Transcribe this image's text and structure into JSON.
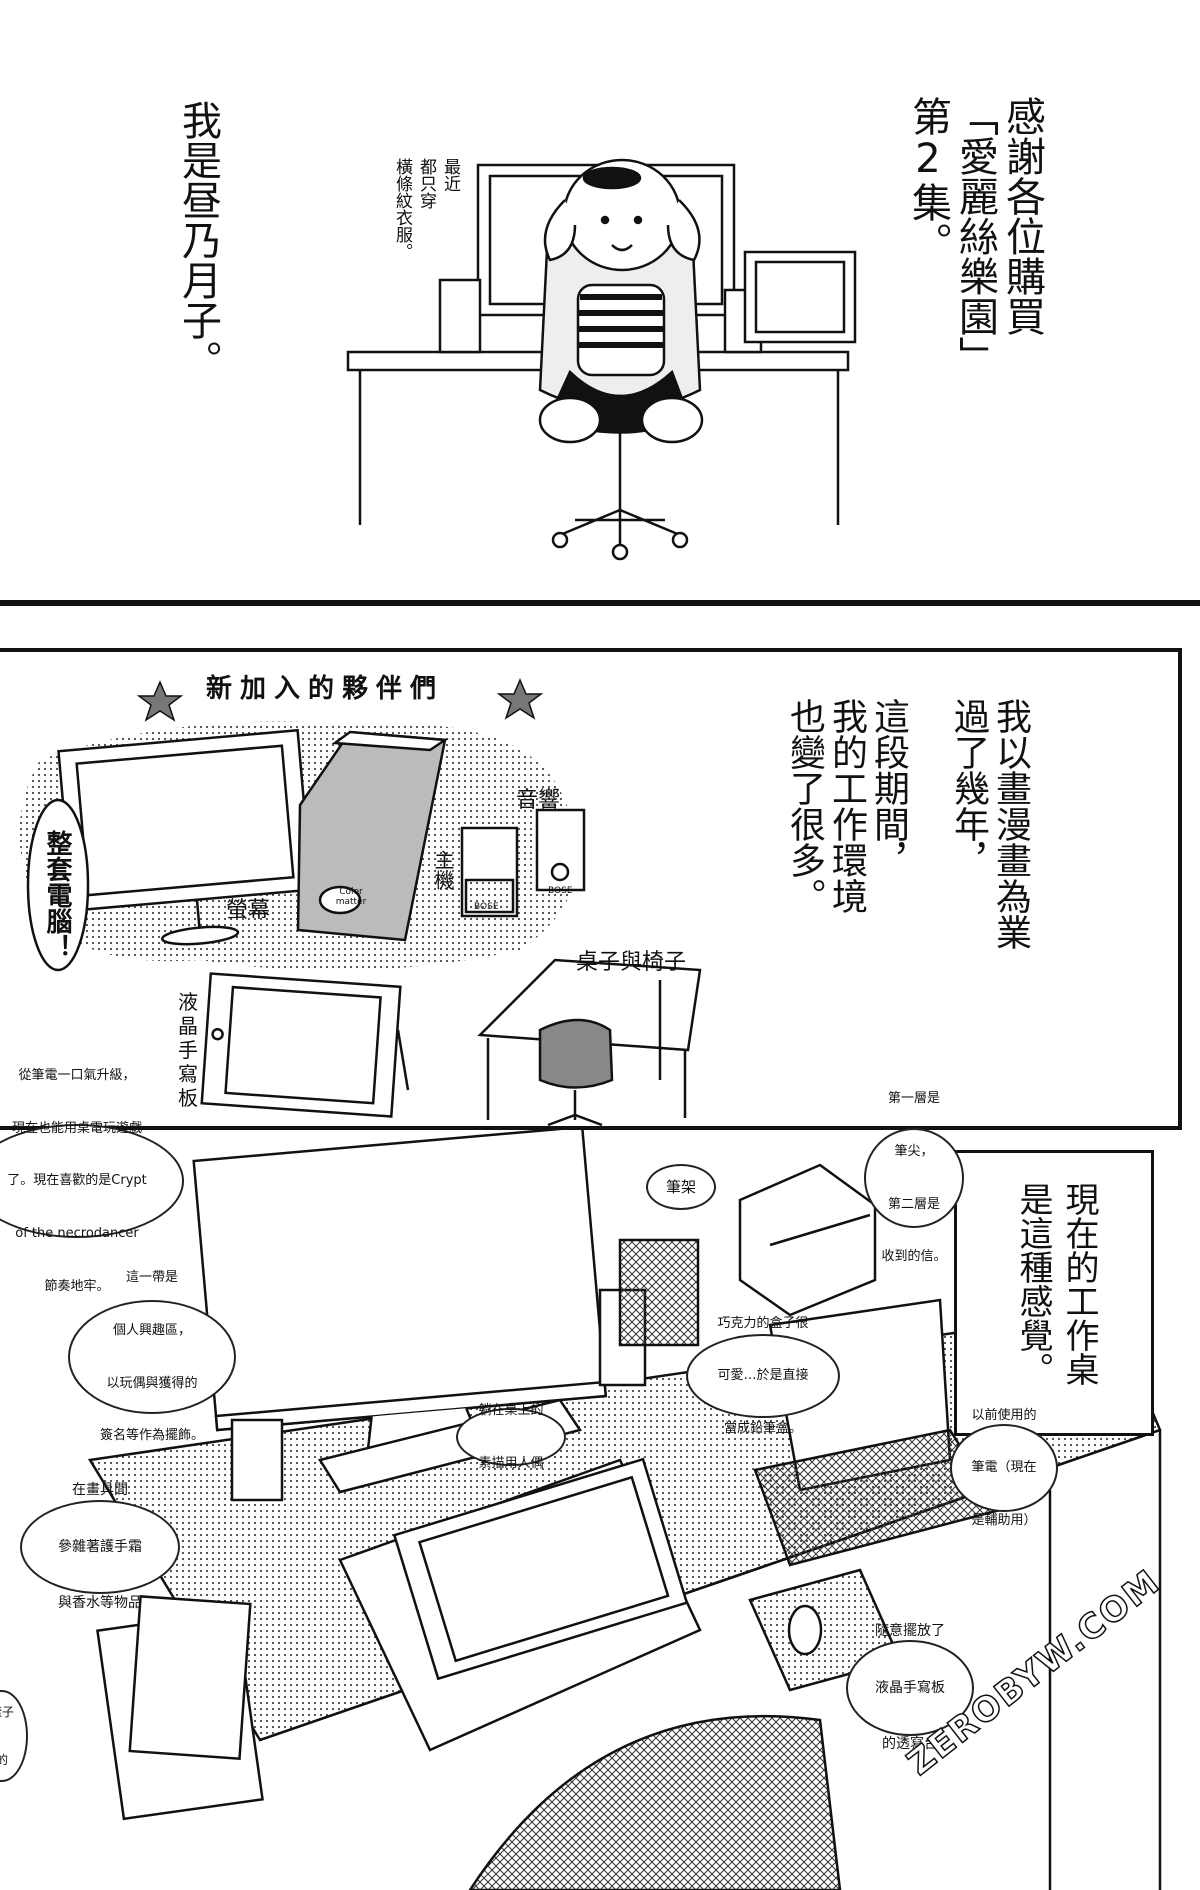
{
  "panel1": {
    "thanks_lines": [
      "感謝各位購買",
      "「愛麗絲樂園」",
      "第2集。"
    ],
    "intro": "我是昼乃月子。",
    "stripes_note": [
      "最近",
      "都只穿",
      "橫條紋衣服。"
    ]
  },
  "panel2": {
    "header_title": "新加入的夥伴們",
    "narration": [
      "我以畫漫畫為業",
      "過了幾年，",
      "這段期間，",
      "我的工作環境",
      "也變了很多。"
    ],
    "computer_set": "整套電腦！",
    "monitor": "螢幕",
    "tower": "主機",
    "speakers": "音響",
    "tablet": [
      "液",
      "晶",
      "手",
      "寫",
      "板"
    ],
    "desk_chair": "桌子與椅子",
    "color_matter": "Color matter",
    "bose": "BOSE"
  },
  "panel3": {
    "caption": [
      "現在的工作桌",
      "是這種感覺。"
    ],
    "bubble_laptop_game": [
      "從筆電一口氣升級，",
      "現在也能用桌電玩遊戲",
      "了。現在喜歡的是Crypt",
      "of the necrodancer",
      "節奏地牢。"
    ],
    "bubble_pen_stand": "筆架",
    "bubble_drawers": [
      "第一層是",
      "筆尖，",
      "第二層是",
      "收到的信。"
    ],
    "bubble_hobby": [
      "這一帶是",
      "個人興趣區，",
      "以玩偶與獲得的",
      "簽名等作為擺飾。"
    ],
    "bubble_chocolate_box": [
      "巧克力的盒子很",
      "可愛…於是直接",
      "當成鉛筆盒。"
    ],
    "bubble_doll": [
      "躺在桌上的",
      "素描用人偶"
    ],
    "bubble_old_laptop": [
      "以前使用的",
      "筆電（現在",
      "是輔助用）"
    ],
    "bubble_cosmetics": [
      "在畫具間",
      "參雜著護手霜",
      "與香水等物品"
    ],
    "bubble_lightbox": [
      "隨意擺放了",
      "液晶手寫板",
      "的透寫台"
    ],
    "bubble_edge": [
      "樣子",
      "的"
    ],
    "watermark": "ZEROBYW.COM"
  }
}
